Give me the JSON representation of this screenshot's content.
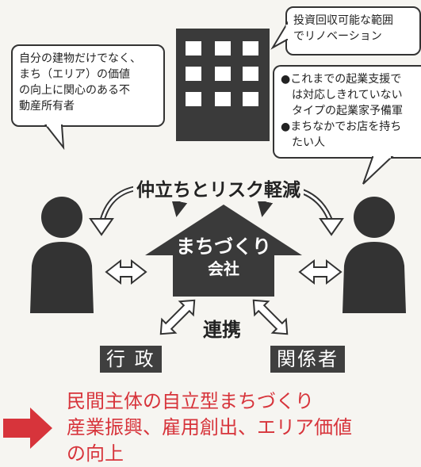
{
  "bubbles": {
    "owner": [
      "自分の建物だけでなく、",
      "まち（エリア）の価値",
      "の向上に関心のある不",
      "動産所有者"
    ],
    "renovation": [
      "投資回収可能な範囲",
      "でリノベーション"
    ],
    "entrepreneur": [
      "●これまでの起業支援で",
      "　は対応しきれていない",
      "　タイプの起業家予備軍",
      "●まちなかでお店を持ち",
      "　たい人"
    ]
  },
  "mediation_label": "仲立ちとリスク軽減",
  "company": {
    "line1": "まちづくり",
    "line2": "会社"
  },
  "collaboration_label": "連携",
  "tags": {
    "gov": "行 政",
    "stakeholders": "関係者"
  },
  "conclusion": [
    "民間主体の自立型まちづくり",
    "産業振興、雇用創出、エリア価値",
    "の向上"
  ],
  "colors": {
    "accent": "#d7343b",
    "dark": "#3a3a3a"
  }
}
